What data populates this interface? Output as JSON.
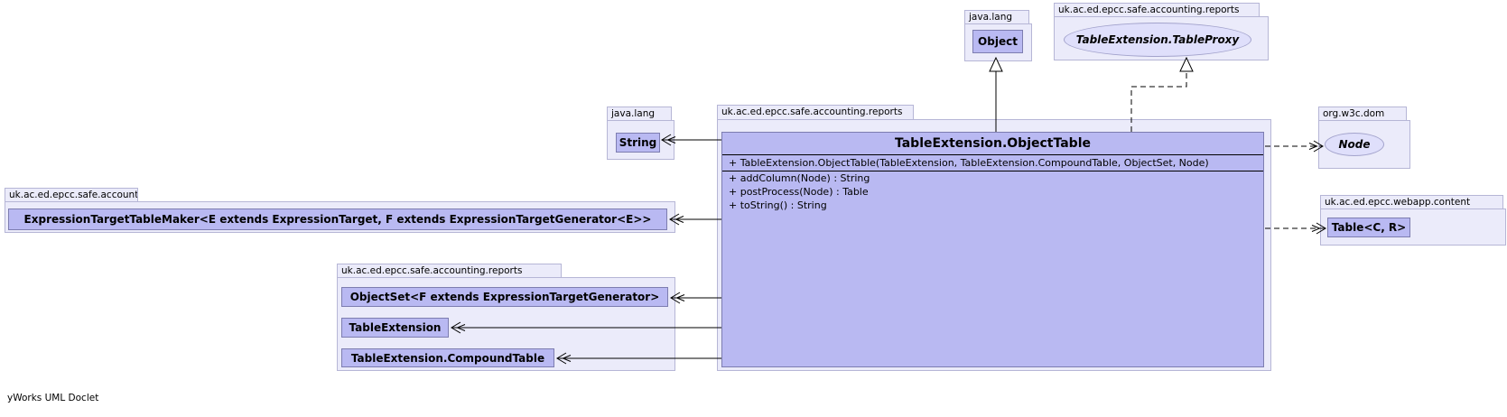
{
  "diagram_type": "uml-class-diagram",
  "watermark": "yWorks UML Doclet",
  "colors": {
    "background": "#ffffff",
    "class_fill": "#b9b9f2",
    "class_border": "#7d7db0",
    "package_fill": "#ebebfa",
    "package_border": "#b6b6d6",
    "interface_fill": "#dfdffb",
    "interface_border": "#a3a3cc",
    "edge": "#000000"
  },
  "packages": {
    "java_lang_top": "java.lang",
    "reports_top": "uk.ac.ed.epcc.safe.accounting.reports",
    "java_lang_mid": "java.lang",
    "accounting_left": "uk.ac.ed.epcc.safe.accounting",
    "reports_main": "uk.ac.ed.epcc.safe.accounting.reports",
    "reports_bottom": "uk.ac.ed.epcc.safe.accounting.reports",
    "w3c_dom": "org.w3c.dom",
    "webapp_content": "uk.ac.ed.epcc.webapp.content"
  },
  "classes": {
    "object": "Object",
    "table_proxy": "TableExtension.TableProxy",
    "string": "String",
    "expression_target_table_maker": "ExpressionTargetTableMaker<E extends ExpressionTarget, F extends ExpressionTargetGenerator<E>>",
    "object_set": "ObjectSet<F extends ExpressionTargetGenerator>",
    "table_extension": "TableExtension",
    "compound_table": "TableExtension.CompoundTable",
    "node": "Node",
    "table": "Table<C, R>"
  },
  "main_class": {
    "title": "TableExtension.ObjectTable",
    "constructor": "+ TableExtension.ObjectTable(TableExtension, TableExtension.CompoundTable, ObjectSet, Node)",
    "methods": [
      "+ addColumn(Node) : String",
      "+ postProcess(Node) : Table",
      "+ toString() : String"
    ]
  },
  "edges": [
    {
      "from": "TableExtension.ObjectTable",
      "to": "Object",
      "type": "extends",
      "style": "solid, hollow triangle"
    },
    {
      "from": "TableExtension.ObjectTable",
      "to": "TableExtension.TableProxy",
      "type": "implements",
      "style": "dashed, hollow triangle"
    },
    {
      "from": "TableExtension.ObjectTable",
      "to": "String",
      "type": "uses",
      "style": "solid, open arrow"
    },
    {
      "from": "TableExtension.ObjectTable",
      "to": "ExpressionTargetTableMaker",
      "type": "uses",
      "style": "solid, open arrow"
    },
    {
      "from": "TableExtension.ObjectTable",
      "to": "ObjectSet",
      "type": "uses",
      "style": "solid, open arrow"
    },
    {
      "from": "TableExtension.ObjectTable",
      "to": "TableExtension",
      "type": "uses",
      "style": "solid, open arrow"
    },
    {
      "from": "TableExtension.ObjectTable",
      "to": "TableExtension.CompoundTable",
      "type": "uses",
      "style": "solid, open arrow"
    },
    {
      "from": "TableExtension.ObjectTable",
      "to": "Node",
      "type": "dependency",
      "style": "dashed, open arrow"
    },
    {
      "from": "TableExtension.ObjectTable",
      "to": "Table<C, R>",
      "type": "dependency",
      "style": "dashed, open arrow"
    }
  ]
}
